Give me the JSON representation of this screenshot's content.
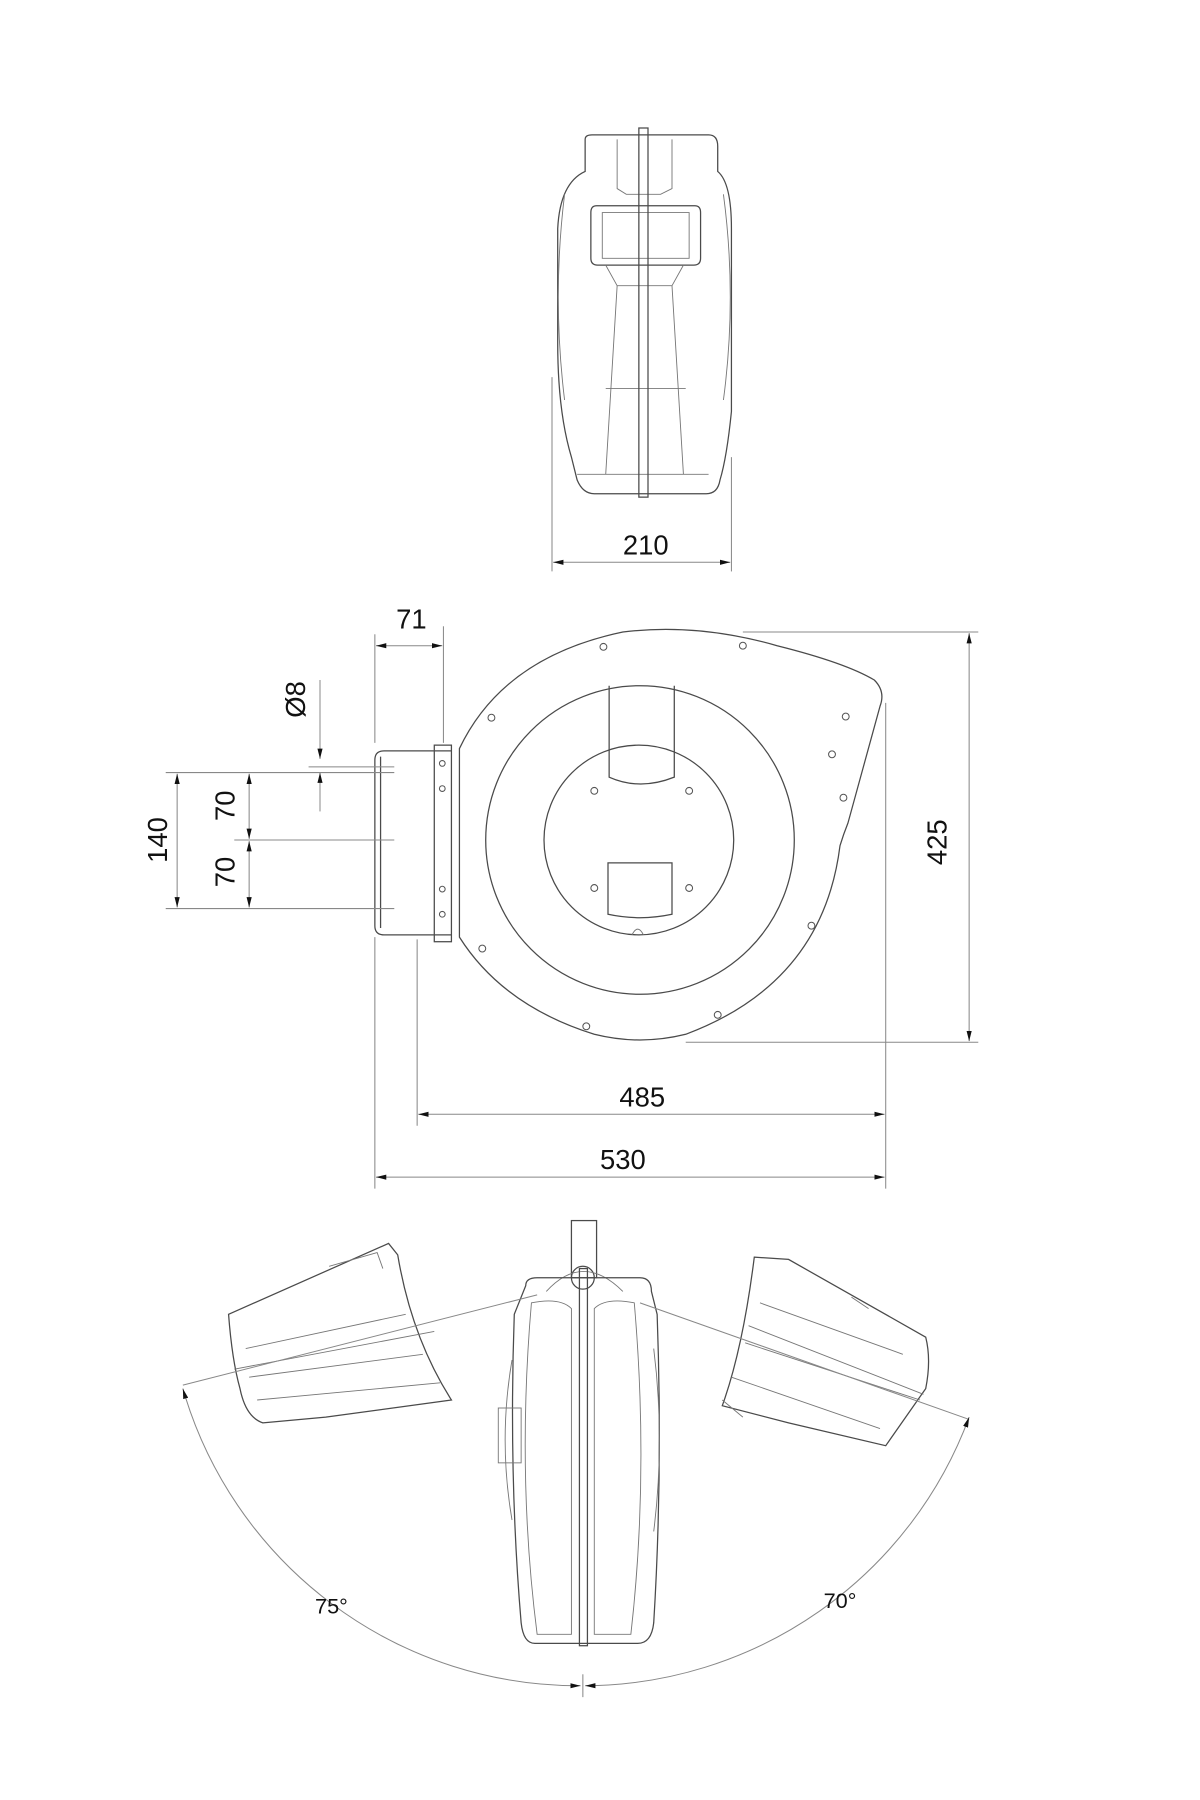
{
  "drawing": {
    "dimensions": {
      "width_top_view": "210",
      "bracket_depth": "71",
      "hole_diameter": "Ø8",
      "hole_spacing_total": "140",
      "hole_spacing_upper": "70",
      "hole_spacing_lower": "70",
      "height": "425",
      "body_width": "485",
      "overall_width": "530"
    },
    "angles": {
      "left_swivel": "75°",
      "right_swivel": "70°"
    }
  }
}
